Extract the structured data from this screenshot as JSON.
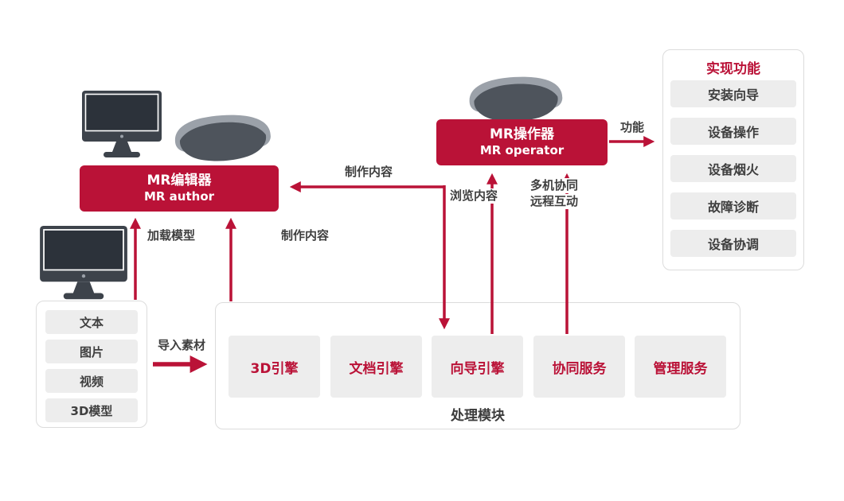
{
  "colors": {
    "accent_red": "#ba1237",
    "box_gray": "#ededed",
    "panel_border": "#dcdcdc",
    "text_dark": "#3f3f3f",
    "monitor_dark": "#3d434b",
    "glasses_band_gray": "#9ba1a9",
    "glasses_visor_gray": "#4e545c"
  },
  "nodes": {
    "mr_author": {
      "title": "MR编辑器",
      "subtitle": "MR author"
    },
    "mr_operator": {
      "title": "MR操作器",
      "subtitle": "MR operator"
    },
    "functions_panel": {
      "title": "实现功能",
      "items": [
        "安装向导",
        "设备操作",
        "设备烟火",
        "故障诊断",
        "设备协调"
      ]
    },
    "materials_panel": {
      "items": [
        "文本",
        "图片",
        "视频",
        "3D模型"
      ]
    },
    "processing_panel": {
      "title": "处理模块",
      "engines": [
        "3D引擎",
        "文档引擎",
        "向导引擎",
        "协同服务",
        "管理服务"
      ]
    }
  },
  "edge_labels": {
    "import_material": "导入素材",
    "load_model": "加载模型",
    "create_content_lower": "制作内容",
    "create_content_upper": "制作内容",
    "browse_content": "浏览内容",
    "multi_collab": "多机协同",
    "remote_interact": "远程互动",
    "function": "功能"
  },
  "icons": [
    "desktop-monitor-icon",
    "mr-glasses-icon"
  ]
}
